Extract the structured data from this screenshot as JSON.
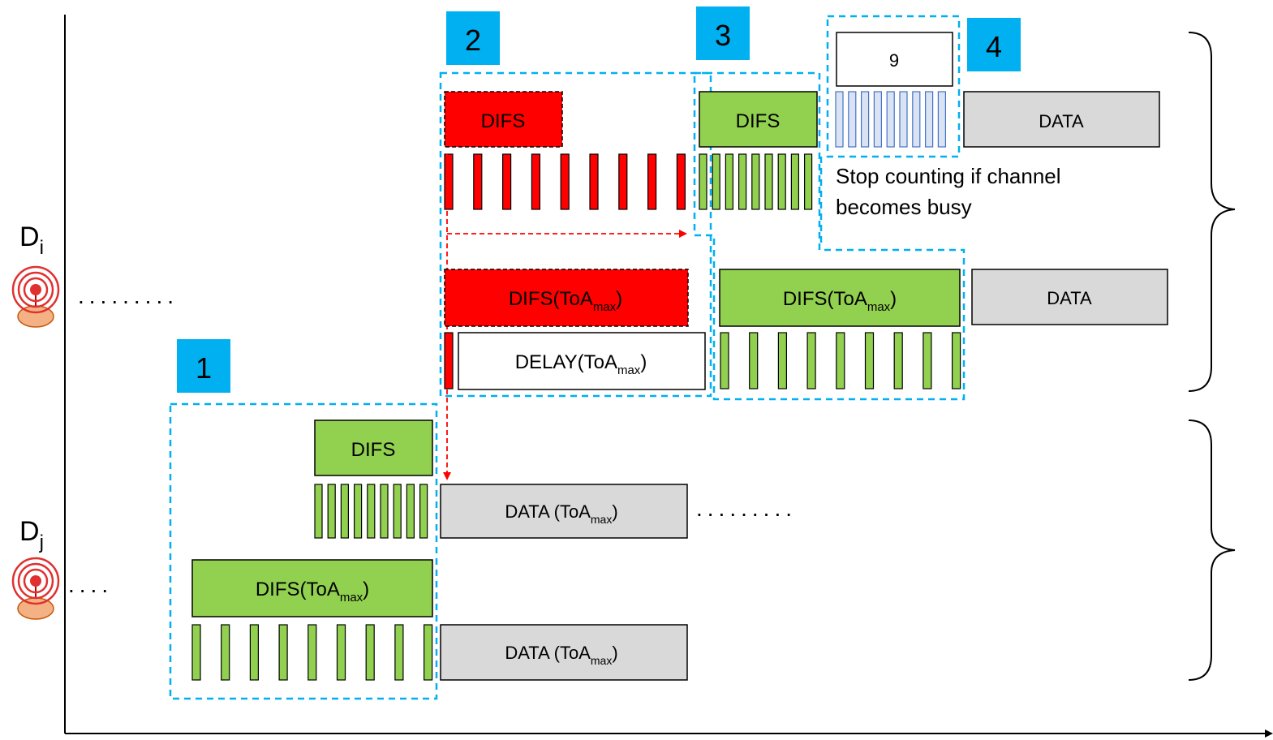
{
  "colors": {
    "red": "#ff0000",
    "green": "#92d050",
    "gray": "#d9d9d9",
    "badge": "#00b0f0",
    "dashed_box": "#00b0f0",
    "blue_slot": "#4472c4",
    "blue_slot_fill": "#dae3f3",
    "antenna": "#e03030",
    "antenna_base": "#f4b183"
  },
  "devices": {
    "di": {
      "main": "D",
      "sub": "i"
    },
    "dj": {
      "main": "D",
      "sub": "j"
    }
  },
  "badges": {
    "b1": "1",
    "b2": "2",
    "b3": "3",
    "b4": "4"
  },
  "labels": {
    "difs": "DIFS",
    "difs_toa_main": "DIFS(ToA",
    "delay_main": "DELAY(ToA",
    "data": "DATA",
    "data_toa_main": "DATA (ToA",
    "max_sub": "max",
    "close_paren": ")",
    "counter_value": "9",
    "note_line1": "Stop counting if channel",
    "note_line2": "becomes busy",
    "dots_long": ".........",
    "dots_short": "...."
  },
  "icons": {
    "antenna": "antenna-icon",
    "arrow": "arrow-icon",
    "brace": "curly-brace-icon"
  }
}
